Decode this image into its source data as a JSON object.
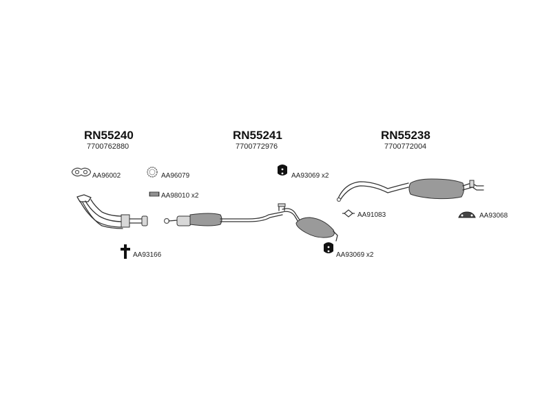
{
  "assemblies": [
    {
      "code": "RN55240",
      "oem": "7700762880"
    },
    {
      "code": "RN55241",
      "oem": "7700772976"
    },
    {
      "code": "RN55238",
      "oem": "7700772004"
    }
  ],
  "parts": {
    "gasket_flange": "AA96002",
    "ring_gasket": "AA96079",
    "spring_bolt": "AA98010 x2",
    "bracket_front": "AA93166",
    "rubber_mount_top": "AA93069 x2",
    "rubber_mount_bottom": "AA93069 x2",
    "clamp": "AA91083",
    "rear_mount": "AA93068"
  }
}
